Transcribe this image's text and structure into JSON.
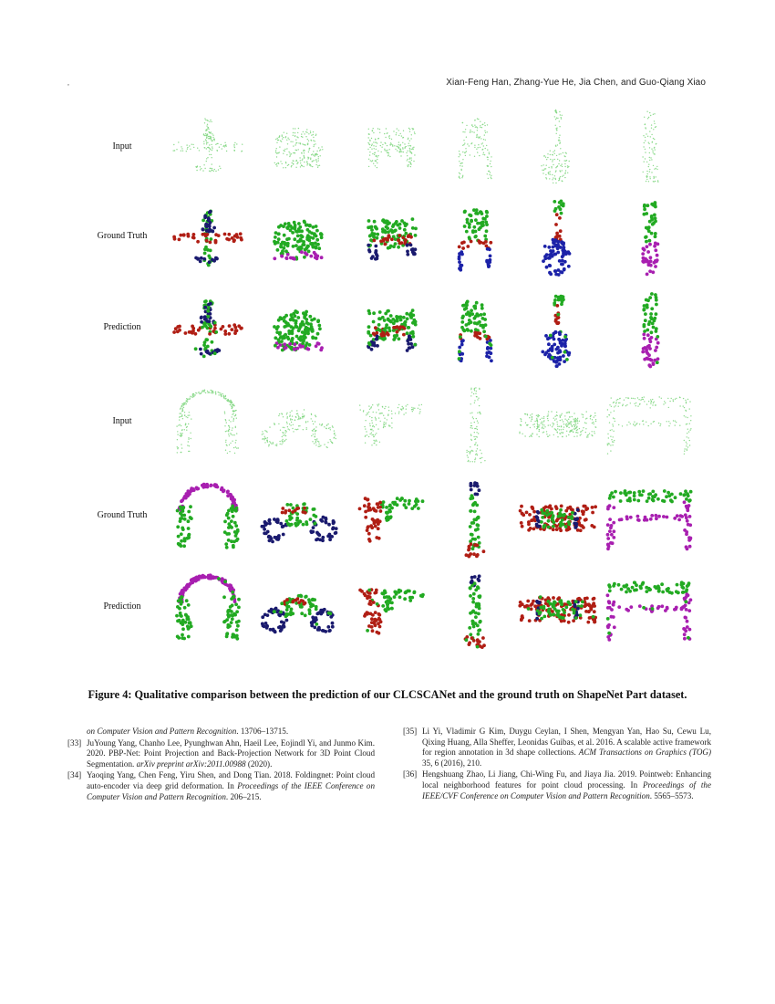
{
  "header": {
    "corner_mark": ",",
    "authors": "Xian-Feng Han, Zhang-Yue He, Jia Chen, and Guo-Qiang Xiao"
  },
  "figure": {
    "row_labels": [
      "Input",
      "Ground Truth",
      "Prediction",
      "Input",
      "Ground Truth",
      "Prediction"
    ],
    "colors": {
      "input_light_green": "#7fd67f",
      "part_green": "#22aa22",
      "part_red": "#b01e14",
      "part_blue": "#1c22a8",
      "part_purple": "#a81fb0",
      "part_darkblue": "#1a1a6e"
    },
    "objects_row1": [
      "airplane-icon",
      "cap-icon",
      "car-icon",
      "chair-icon",
      "guitar-icon",
      "knife-icon"
    ],
    "objects_row2": [
      "headphones-icon",
      "motorbike-icon",
      "pistol-icon",
      "rocket-icon",
      "skateboard-icon",
      "table-icon"
    ],
    "caption": "Figure 4: Qualitative comparison between the prediction of our CLCSCANet and the ground truth on ShapeNet Part dataset."
  },
  "references": {
    "left": [
      {
        "num": "",
        "text_italic": "on Computer Vision and Pattern Recognition",
        "text": ". 13706–13715."
      },
      {
        "num": "[33]",
        "text": "JuYoung Yang, Chanho Lee, Pyunghwan Ahn, Haeil Lee, Eojindl Yi, and Junmo Kim. 2020. PBP-Net: Point Projection and Back-Projection Network for 3D Point Cloud Segmentation. ",
        "text_italic": "arXiv preprint arXiv:2011.00988",
        "text_after": " (2020)."
      },
      {
        "num": "[34]",
        "text": "Yaoqing Yang, Chen Feng, Yiru Shen, and Dong Tian. 2018. Foldingnet: Point cloud auto-encoder via deep grid deformation. In ",
        "text_italic": "Proceedings of the IEEE Conference on Computer Vision and Pattern Recognition",
        "text_after": ". 206–215."
      }
    ],
    "right": [
      {
        "num": "[35]",
        "text": "Li Yi, Vladimir G Kim, Duygu Ceylan, I Shen, Mengyan Yan, Hao Su, Cewu Lu, Qixing Huang, Alla Sheffer, Leonidas Guibas, et al. 2016. A scalable active framework for region annotation in 3d shape collections. ",
        "text_italic": "ACM Transactions on Graphics (TOG)",
        "text_after": " 35, 6 (2016), 210."
      },
      {
        "num": "[36]",
        "text": "Hengshuang Zhao, Li Jiang, Chi-Wing Fu, and Jiaya Jia. 2019. Pointweb: Enhancing local neighborhood features for point cloud processing. In ",
        "text_italic": "Proceedings of the IEEE/CVF Conference on Computer Vision and Pattern Recognition",
        "text_after": ". 5565–5573."
      }
    ]
  }
}
